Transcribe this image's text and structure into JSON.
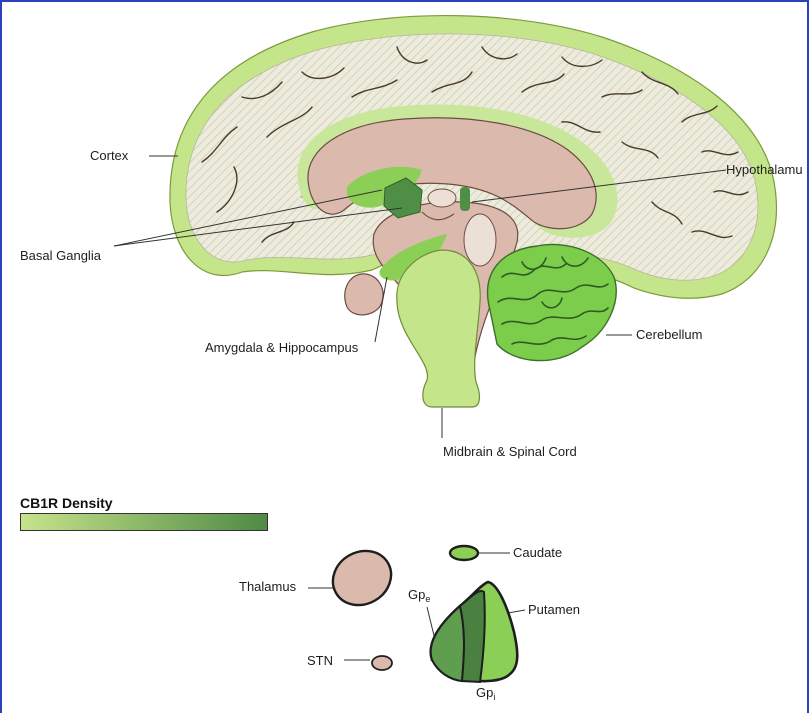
{
  "labels": {
    "cortex": "Cortex",
    "hypothalamus": "Hypothalamu",
    "basal_ganglia": "Basal Ganglia",
    "amygdala_hippocampus": "Amygdala & Hippocampus",
    "cerebellum": "Cerebellum",
    "midbrain_spinal_cord": "Midbrain & Spinal Cord",
    "caudate": "Caudate",
    "thalamus": "Thalamus",
    "gpe": "Gp",
    "gpe_sub": "e",
    "putamen": "Putamen",
    "stn": "STN",
    "gpi": "Gp",
    "gpi_sub": "i"
  },
  "legend": {
    "title": "CB1R Density",
    "gradient_start": "#c7e38b",
    "gradient_end": "#4f8a45"
  },
  "colors": {
    "low": "#d3ea9b",
    "medium": "#8ccf57",
    "high": "#4f8f45",
    "tissue": "#dcb9ad",
    "hatch": "#e7e6d6",
    "frame": "#2b3fbf"
  }
}
